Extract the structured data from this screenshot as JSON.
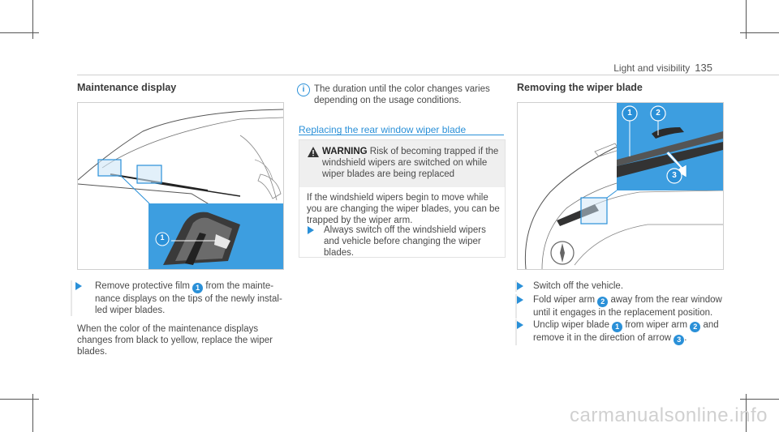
{
  "header": {
    "section": "Light and visibility",
    "page": "135"
  },
  "left": {
    "heading": "Maintenance display",
    "step1": {
      "before": "Remove protective film ",
      "callout": "1",
      "after": " from the maintenance displays on the tips of the newly installed wiper blades.",
      "lines": [
        "Remove protective film",
        "from the mainte-",
        "nance displays on the tips of the newly instal-",
        "led wiper blades."
      ]
    },
    "para": [
      "When the color of the maintenance displays",
      "changes from black to yellow, replace the wiper",
      "blades."
    ]
  },
  "middle": {
    "note_lines": [
      "The duration until the color changes varies",
      "depending on the usage conditions."
    ],
    "blue_heading": "Replacing the rear window wiper blade",
    "warning": {
      "title": "WARNING",
      "title_lines": [
        "Risk of becoming trapped if the",
        "windshield wipers are switched on while",
        "wiper blades are being replaced"
      ],
      "body": [
        "If the windshield wipers begin to move while",
        "you are changing the wiper blades, you can be",
        "trapped by the wiper arm."
      ],
      "step": [
        "Always switch off the windshield wipers",
        "and vehicle before changing the wiper",
        "blades."
      ]
    }
  },
  "right": {
    "heading": "Removing the wiper blade",
    "steps": [
      {
        "lines": [
          "Switch off the vehicle."
        ]
      },
      {
        "l1a": "Fold wiper arm ",
        "c1": "2",
        "l1b": " away from the rear window",
        "l2": "until it engages in the replacement position."
      },
      {
        "l1a": "Unclip wiper blade ",
        "c1": "1",
        "l1b": " from wiper arm ",
        "c2": "2",
        "l1c": " and",
        "l2a": "remove it in the direction of arrow ",
        "c3": "3",
        "l2b": "."
      }
    ]
  },
  "figure_callouts": {
    "left_fig": "1",
    "right_a": "1",
    "right_b": "2",
    "right_c": "3"
  },
  "watermark": "carmanualsonline.info",
  "colors": {
    "accent": "#2a90d8"
  }
}
